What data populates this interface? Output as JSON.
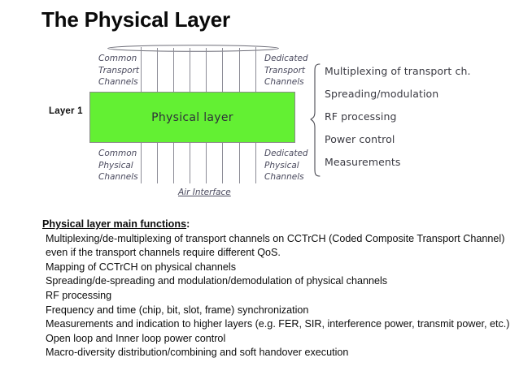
{
  "slide": {
    "title": "The Physical Layer"
  },
  "diagram": {
    "layer_label": "Layer 1",
    "box_label": "Physical layer",
    "box_color": "#63f033",
    "air_interface_label": "Air Interface",
    "labels": {
      "common_transport": [
        "Common",
        "Transport",
        "Channels"
      ],
      "dedicated_transport": [
        "Dedicated",
        "Transport",
        "Channels"
      ],
      "common_physical": [
        "Common",
        "Physical",
        "Channels"
      ],
      "dedicated_physical": [
        "Dedicated",
        "Physical",
        "Channels"
      ]
    }
  },
  "functions_bracket": {
    "items": [
      "Multiplexing of transport ch.",
      "Spreading/modulation",
      "RF processing",
      "Power control",
      "Measurements"
    ]
  },
  "body": {
    "heading": "Physical layer main functions",
    "heading_suffix": ":",
    "lines": [
      "Multiplexing/de-multiplexing of transport channels on CCTrCH (Coded Composite Transport Channel) even if the transport channels require different QoS.",
      "Mapping of CCTrCH on physical channels",
      "Spreading/de-spreading and modulation/demodulation of physical channels",
      "RF processing",
      "Frequency and time (chip, bit, slot, frame) synchronization",
      "Measurements and indication to higher layers (e.g. FER, SIR, interference power, transmit power, etc.)",
      "Open loop and Inner loop power control",
      "Macro-diversity distribution/combining and soft handover execution"
    ]
  }
}
